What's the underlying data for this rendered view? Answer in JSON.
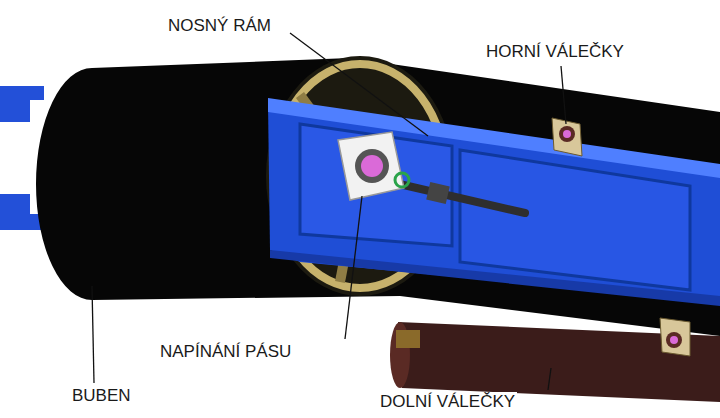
{
  "diagram": {
    "labels": [
      "NOSNÝ RÁM",
      "HORNÍ VÁLEČKY",
      "NAPÍNÁNÍ PÁSU",
      "BUBEN",
      "DOLNÍ VÁLEČKY"
    ]
  }
}
